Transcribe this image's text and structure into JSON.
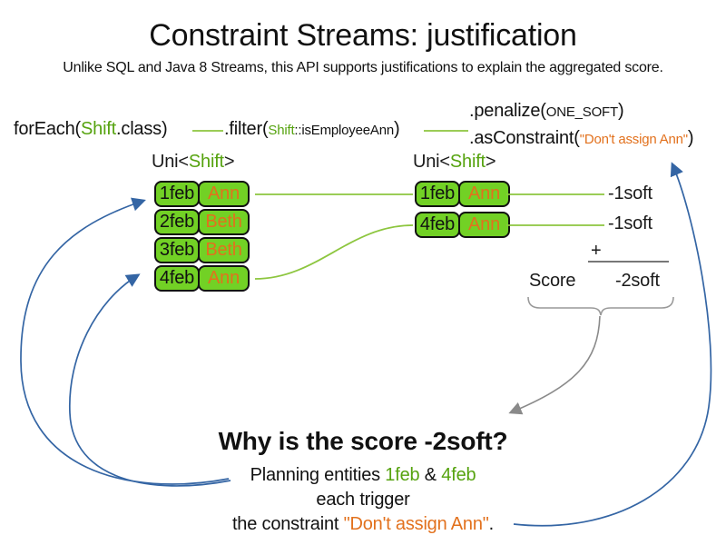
{
  "slide": {
    "title": "Constraint Streams: justification",
    "subtitle": "Unlike SQL and Java 8 Streams, this API supports justifications to explain the aggregated score."
  },
  "code": {
    "foreach_pre": "forEach(",
    "foreach_class": "Shift",
    "foreach_post": ".class)",
    "filter_pre": ".filter(",
    "filter_class": "Shift",
    "filter_method": "::isEmployeeAnn",
    "filter_post": ")",
    "penalize_pre": ".penalize(",
    "penalize_arg": "ONE_SOFT",
    "penalize_post": ")",
    "asconstraint_pre": ".asConstraint(",
    "asconstraint_arg": "\"Don't assign Ann\"",
    "asconstraint_post": ")"
  },
  "left_stream": {
    "type_pre": "Uni<",
    "type_name": "Shift",
    "type_post": ">",
    "rows": [
      {
        "date": "1feb",
        "employee": "Ann"
      },
      {
        "date": "2feb",
        "employee": "Beth"
      },
      {
        "date": "3feb",
        "employee": "Beth"
      },
      {
        "date": "4feb",
        "employee": "Ann"
      }
    ]
  },
  "right_stream": {
    "type_pre": "Uni<",
    "type_name": "Shift",
    "type_post": ">",
    "rows": [
      {
        "date": "1feb",
        "employee": "Ann"
      },
      {
        "date": "4feb",
        "employee": "Ann"
      }
    ]
  },
  "scores": {
    "penalties": [
      "-1soft",
      "-1soft"
    ],
    "plus": "+",
    "score_label": "Score",
    "total": "-2soft"
  },
  "explanation": {
    "heading": "Why is the score -2soft?",
    "line1_pre": "Planning entities ",
    "line1_entity1": "1feb",
    "line1_amp": " & ",
    "line1_entity2": "4feb",
    "line2": "each trigger",
    "line3_pre": "the constraint ",
    "line3_constraint": "\"Don't assign Ann\"",
    "line3_post": "."
  },
  "colors": {
    "cell_green": "#72d125",
    "text_green": "#56a30f",
    "line_green": "#8dc63f",
    "orange": "#e2711d",
    "arrow_blue": "#3465a4",
    "arrow_gray": "#8a8a8a"
  }
}
